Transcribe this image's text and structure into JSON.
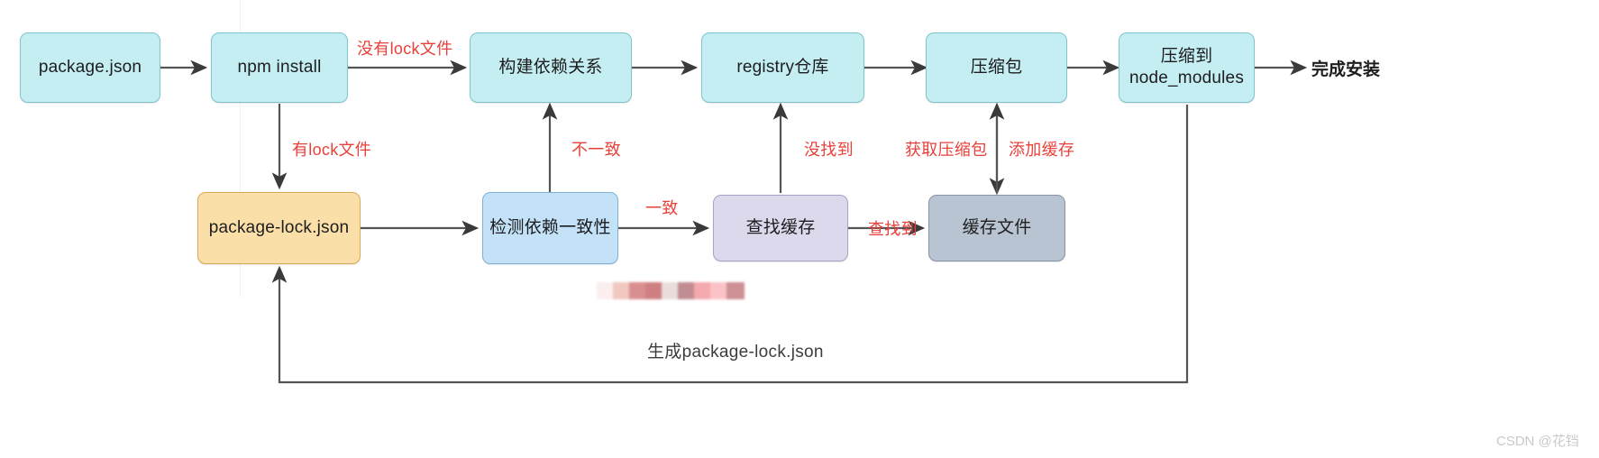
{
  "diagram": {
    "title": "npm install flow",
    "colors": {
      "cyan": "#c4eef2",
      "amber": "#fbdfa8",
      "blue": "#c3e2f7",
      "lavender": "#ddd9ed",
      "slate": "#b9c4d2",
      "edge": "#555555",
      "label_red": "#e8403a",
      "label_dark": "#3c3c3c"
    },
    "nodes": [
      {
        "id": "package_json",
        "label": "package.json",
        "label2": "",
        "style": "cyan"
      },
      {
        "id": "npm_install",
        "label": "npm install",
        "label2": "",
        "style": "cyan"
      },
      {
        "id": "build_deps",
        "label": "构建依赖关系",
        "label2": "",
        "style": "cyan"
      },
      {
        "id": "registry",
        "label": "registry仓库",
        "label2": "",
        "style": "cyan"
      },
      {
        "id": "tarball",
        "label": "压缩包",
        "label2": "",
        "style": "cyan"
      },
      {
        "id": "extract_modules",
        "label": "压缩到",
        "label2": "node_modules",
        "style": "cyan"
      },
      {
        "id": "package_lock_json",
        "label": "package-lock.json",
        "label2": "",
        "style": "amber"
      },
      {
        "id": "check_consistency",
        "label": "检测依赖一致性",
        "label2": "",
        "style": "blue"
      },
      {
        "id": "find_cache",
        "label": "查找缓存",
        "label2": "",
        "style": "lavender"
      },
      {
        "id": "cache_file",
        "label": "缓存文件",
        "label2": "",
        "style": "slate"
      }
    ],
    "terminal_text": "完成安装",
    "edge_labels": [
      {
        "id": "no_lock_file",
        "text": "没有lock文件",
        "color": "red"
      },
      {
        "id": "has_lock_file",
        "text": "有lock文件",
        "color": "red"
      },
      {
        "id": "inconsistent",
        "text": "不一致",
        "color": "red"
      },
      {
        "id": "consistent",
        "text": "一致",
        "color": "red"
      },
      {
        "id": "not_found",
        "text": "没找到",
        "color": "red"
      },
      {
        "id": "fetch_tarball",
        "text": "获取压缩包",
        "color": "red"
      },
      {
        "id": "add_cache",
        "text": "添加缓存",
        "color": "red"
      },
      {
        "id": "found",
        "text": "查找到",
        "color": "red"
      },
      {
        "id": "gen_lock",
        "text": "生成package-lock.json",
        "color": "dark"
      }
    ],
    "watermark": "CSDN @花铛"
  }
}
